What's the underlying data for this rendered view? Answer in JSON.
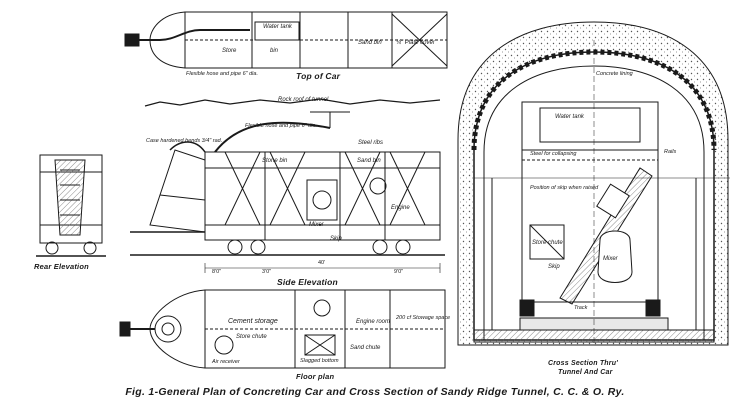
{
  "caption": "Fig. 1-General Plan of Concreting Car and Cross Section of Sandy Ridge Tunnel, C. C. & O. Ry.",
  "views": {
    "top": "Top of Car",
    "side": "Side Elevation",
    "floor": "Floor plan",
    "rear": "Rear Elevation",
    "cross_1": "Cross Section Thru'",
    "cross_2": "Tunnel And Car"
  },
  "top_labels": {
    "water_tank": "Water tank",
    "store_bin": "Store",
    "bin": "bin",
    "sand_bin": "Sand bin",
    "plate_cover": "¼\" Plate cover",
    "hose": "Flexible hose and pipe 6\" dia."
  },
  "side_labels": {
    "rock_roof": "Rock roof of tunnel",
    "hose": "Flexible hose and pipe 6\" dia.",
    "bends": "Case hardened bends 3/4\" rad.",
    "store_bin": "Stone bin",
    "sand_bin": "Sand bin",
    "steel_ribs": "Steel ribs",
    "engine": "Engine",
    "mixer": "Mixer",
    "skip": "Skip",
    "d1": "40'",
    "d2": "8'0\"",
    "d3": "3'0\"",
    "d4": "9'0\""
  },
  "floor_labels": {
    "cement": "Cement storage",
    "store_chute": "Store chute",
    "engine_room": "Engine room",
    "stowage": "200 cf Stowage space",
    "sand_chute": "Sand chute",
    "receiver": "Air receiver",
    "slagged": "Slagged bottom"
  },
  "cross_labels": {
    "water_tank": "Water tank",
    "skip_position": "Position of skip when raised",
    "store_chute": "Store chute",
    "mixer": "Mixer",
    "skip": "Skip",
    "track": "Track",
    "collapsing": "Steel for collapsing",
    "rails": "Rails",
    "conc_lining": "Concrete lining"
  },
  "colors": {
    "ink": "#1a1a1a",
    "paper": "#ffffff",
    "hatch": "#5a5a5a"
  }
}
